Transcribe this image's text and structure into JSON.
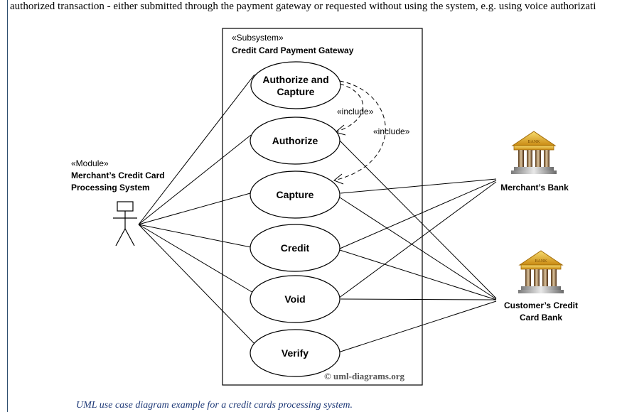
{
  "intro_text": "authorized transaction - either submitted through the payment gateway or requested without using the system, e.g. using voice authorizati",
  "subsystem": {
    "stereotype": "«Subsystem»",
    "name": "Credit Card Payment Gateway"
  },
  "module": {
    "stereotype": "«Module»",
    "name_line1": "Merchant’s Credit Card",
    "name_line2": "Processing System"
  },
  "use_cases": {
    "authorize_and_capture_line1": "Authorize and",
    "authorize_and_capture_line2": "Capture",
    "authorize": "Authorize",
    "capture": "Capture",
    "credit": "Credit",
    "void": "Void",
    "verify": "Verify"
  },
  "include_label_1": "«include»",
  "include_label_2": "«include»",
  "merchants_bank": "Merchant’s Bank",
  "customers_bank_line1": "Customer’s Credit",
  "customers_bank_line2": "Card Bank",
  "bank_sign": "BANK",
  "watermark": "© uml-diagrams.org",
  "caption": "UML use case diagram example for a credit cards processing system."
}
